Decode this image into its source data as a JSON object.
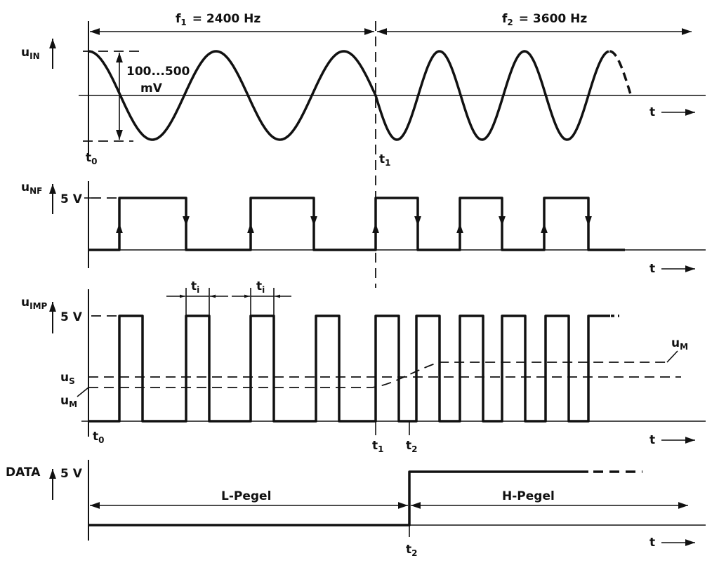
{
  "colors": {
    "ink": "#111111",
    "background": "#ffffff"
  },
  "panel_input": {
    "signal_label": "u",
    "signal_sub": "IN",
    "freq1_label": "f",
    "freq1_sub": "1",
    "freq1_value": "= 2400 Hz",
    "freq2_label": "f",
    "freq2_sub": "2",
    "freq2_value": "= 3600 Hz",
    "amplitude_value": "100...500",
    "amplitude_unit": "mV",
    "t0": "t",
    "t0_sub": "0",
    "t1": "t",
    "t1_sub": "1",
    "time_axis": "t"
  },
  "panel_nf": {
    "signal_label": "u",
    "signal_sub": "NF",
    "level": "5 V",
    "time_axis": "t"
  },
  "panel_imp": {
    "signal_label": "u",
    "signal_sub": "IMP",
    "level": "5 V",
    "pulse_width": "t",
    "pulse_width_sub": "i",
    "us_label": "u",
    "us_sub": "S",
    "um_label": "u",
    "um_sub": "M",
    "um_right_label": "u",
    "um_right_sub": "M",
    "t0": "t",
    "t0_sub": "0",
    "t1": "t",
    "t1_sub": "1",
    "t2": "t",
    "t2_sub": "2",
    "time_axis": "t"
  },
  "panel_data": {
    "signal_label": "DATA",
    "level": "5 V",
    "low_label": "L-Pegel",
    "high_label": "H-Pegel",
    "t2": "t",
    "t2_sub": "2",
    "time_axis": "t"
  }
}
